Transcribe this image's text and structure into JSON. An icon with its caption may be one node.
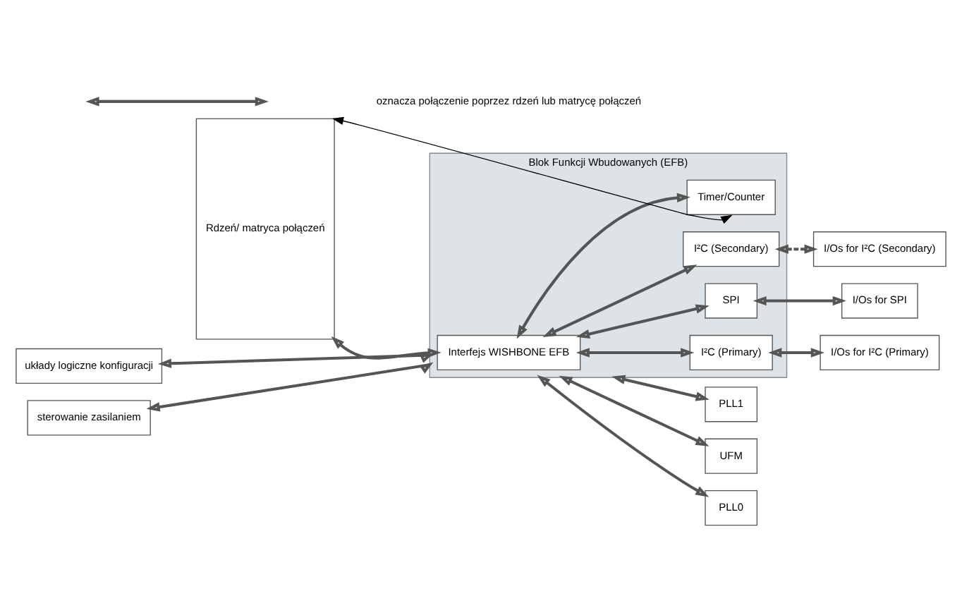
{
  "diagram": {
    "nodes": [
      {
        "text": [
          "Rdzeń/ matryca połączeń"
        ]
      },
      {
        "text": [
          "układy logiczne konfiguracji"
        ]
      },
      {
        "text": [
          "sterowanie zasilaniem"
        ]
      },
      {
        "text": [
          "Blok Funkcji Wbudowanych (EFB)"
        ]
      },
      {
        "text": [
          "Interfejs WISHBONE EFB"
        ],
        "in": 3
      },
      {
        "text": [
          "I²C (Primary)"
        ],
        "in": 3
      },
      {
        "text": [
          "I²C (Secondary)"
        ],
        "in": 3
      },
      {
        "text": [
          "SPI"
        ],
        "in": 3
      },
      {
        "text": [
          "Timer/Counter"
        ],
        "in": 3
      },
      {
        "text": [
          "I/Os for I²C (Primary)"
        ]
      },
      {
        "text": [
          "I/Os for I²C (Secondary)"
        ]
      },
      {
        "text": [
          "I/Os for SPI"
        ]
      },
      {
        "text": [
          "PLL0"
        ]
      },
      {
        "text": [
          "PLL1"
        ]
      },
      {
        "text": [
          "UFM"
        ]
      }
    ],
    "edges": [
      {
        "from": 0,
        "to": 4,
        "arrow": "both"
      },
      {
        "from": 1,
        "to": 3,
        "arrow": "both"
      },
      {
        "from": 2,
        "to": 3,
        "arrow": "both"
      },
      {
        "from": 4,
        "to": 5,
        "arrow": "both"
      },
      {
        "from": 4,
        "to": 6,
        "arrow": "both"
      },
      {
        "from": 4,
        "to": 7,
        "arrow": "both"
      },
      {
        "from": 4,
        "to": 8,
        "arrow": "both"
      },
      {
        "from": 5,
        "to": 9,
        "arrow": "both"
      },
      {
        "from": 6,
        "to": 10,
        "arrow": "both",
        "style": "dashed"
      },
      {
        "from": 7,
        "to": 11,
        "arrow": "both"
      },
      {
        "from": 8,
        "to": 0,
        "arrow": "both",
        "color": "#000000"
      },
      {
        "from": 3,
        "to": 12,
        "arrow": "both"
      },
      {
        "from": 3,
        "to": 13,
        "arrow": "both"
      },
      {
        "from": 3,
        "to": 14,
        "arrow": "both"
      }
    ],
    "legend": [
      {
        "text": "oznacza połączenie poprzez rdzeń lub matrycę połączeń"
      }
    ]
  }
}
